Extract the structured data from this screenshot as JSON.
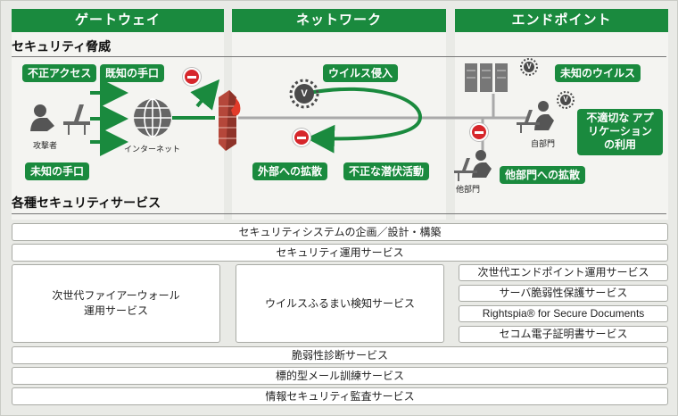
{
  "columns": {
    "gateway": "ゲートウェイ",
    "network": "ネットワーク",
    "endpoint": "エンドポイント"
  },
  "threats": {
    "section_title": "セキュリティ脅威",
    "gateway": {
      "unauthorized_access": "不正アクセス",
      "known_method": "既知の手口",
      "unknown_method": "未知の手口",
      "attacker_label": "攻撃者",
      "internet_label": "インターネット"
    },
    "network": {
      "virus_intrusion": "ウイルス侵入",
      "external_spread": "外部への拡散",
      "illegal_latent_activity": "不正な潜伏活動",
      "virus_glyph": "V"
    },
    "endpoint": {
      "unknown_virus": "未知のウイルス",
      "inappropriate_app_use": "不適切な アプリケーション の利用",
      "spread_to_other_dept": "他部門への拡散",
      "own_dept_label": "自部門",
      "other_dept_label": "他部門",
      "virus_glyph": "V"
    }
  },
  "services": {
    "section_title": "各種セキュリティサービス",
    "planning": "セキュリティシステムの企画／設計・構築",
    "operation": "セキュリティ運用サービス",
    "firewall_line1": "次世代ファイアーウォール",
    "firewall_line2": "運用サービス",
    "sandbox": "ウイルスふるまい検知サービス",
    "endpoint_ops": "次世代エンドポイント運用サービス",
    "server_vuln": "サーバ脆弱性保護サービス",
    "rightspia": "Rightspia® for Secure Documents",
    "secom_cert": "セコム電子証明書サービス",
    "vuln_diag": "脆弱性診断サービス",
    "phishing_training": "標的型メール訓練サービス",
    "audit": "情報セキュリティ監査サービス"
  },
  "colors": {
    "brand_green": "#1a8a3e",
    "stop_red": "#d6262b",
    "firewall_red": "#b5473a"
  }
}
